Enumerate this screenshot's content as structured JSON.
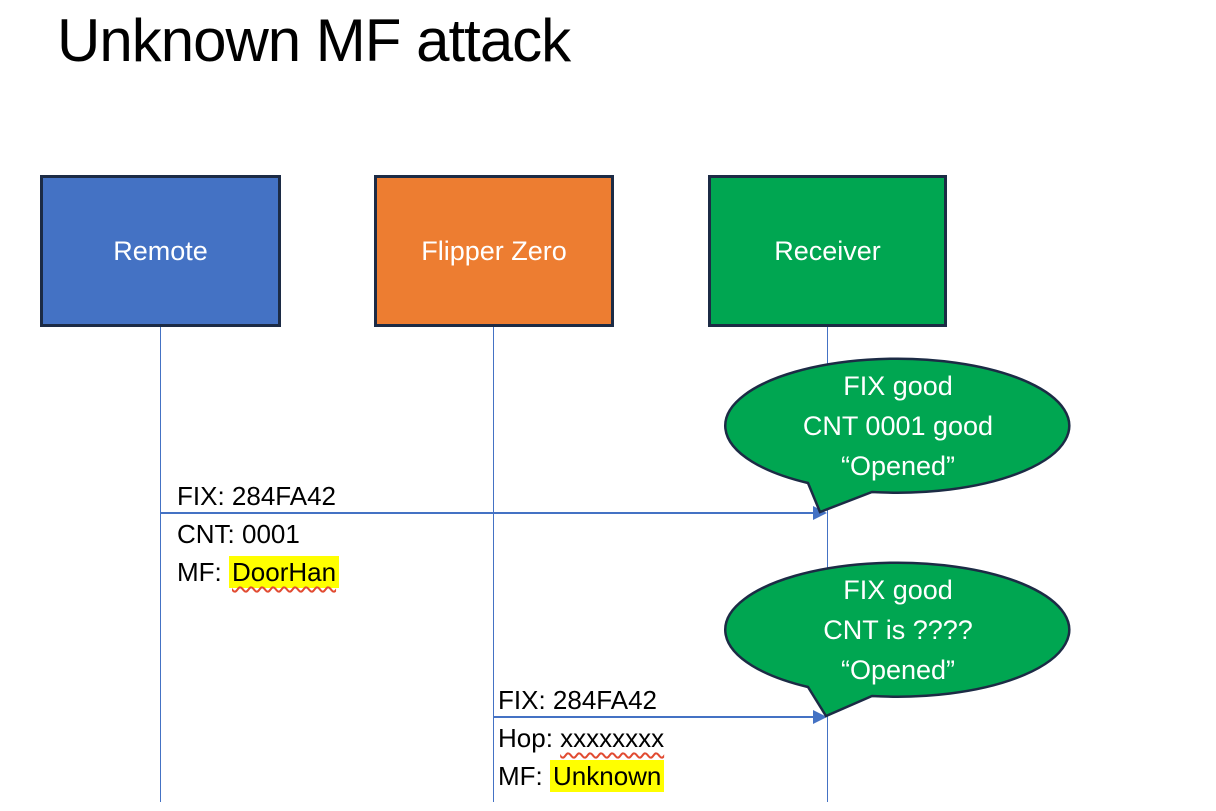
{
  "title": "Unknown MF attack",
  "actors": [
    {
      "label": "Remote"
    },
    {
      "label": "Flipper Zero"
    },
    {
      "label": "Receiver"
    }
  ],
  "messages": [
    {
      "line1": "FIX: 284FA42",
      "line2": "CNT: 0001",
      "line3_prefix": "MF: ",
      "line3_value": "DoorHan"
    },
    {
      "line1": "FIX: 284FA42",
      "line2_prefix": "Hop: ",
      "line2_value": "xxxxxxxx",
      "line3_prefix": "MF: ",
      "line3_value": "Unknown"
    }
  ],
  "callouts": [
    {
      "line1": "FIX good",
      "line2": "CNT 0001 good",
      "line3": "“Opened”"
    },
    {
      "line1": "FIX good",
      "line2": "CNT is ????",
      "line3": "“Opened”"
    }
  ],
  "colors": {
    "remote_fill": "#4472C4",
    "flipper_fill": "#ED7D31",
    "green_fill": "#00A651",
    "outline_navy": "#1C2B45",
    "line_blue": "#4472C4",
    "highlight_yellow": "#FFFF00",
    "squiggle_red": "#E14B32",
    "text_white": "#FFFFFF",
    "text_black": "#000000"
  }
}
